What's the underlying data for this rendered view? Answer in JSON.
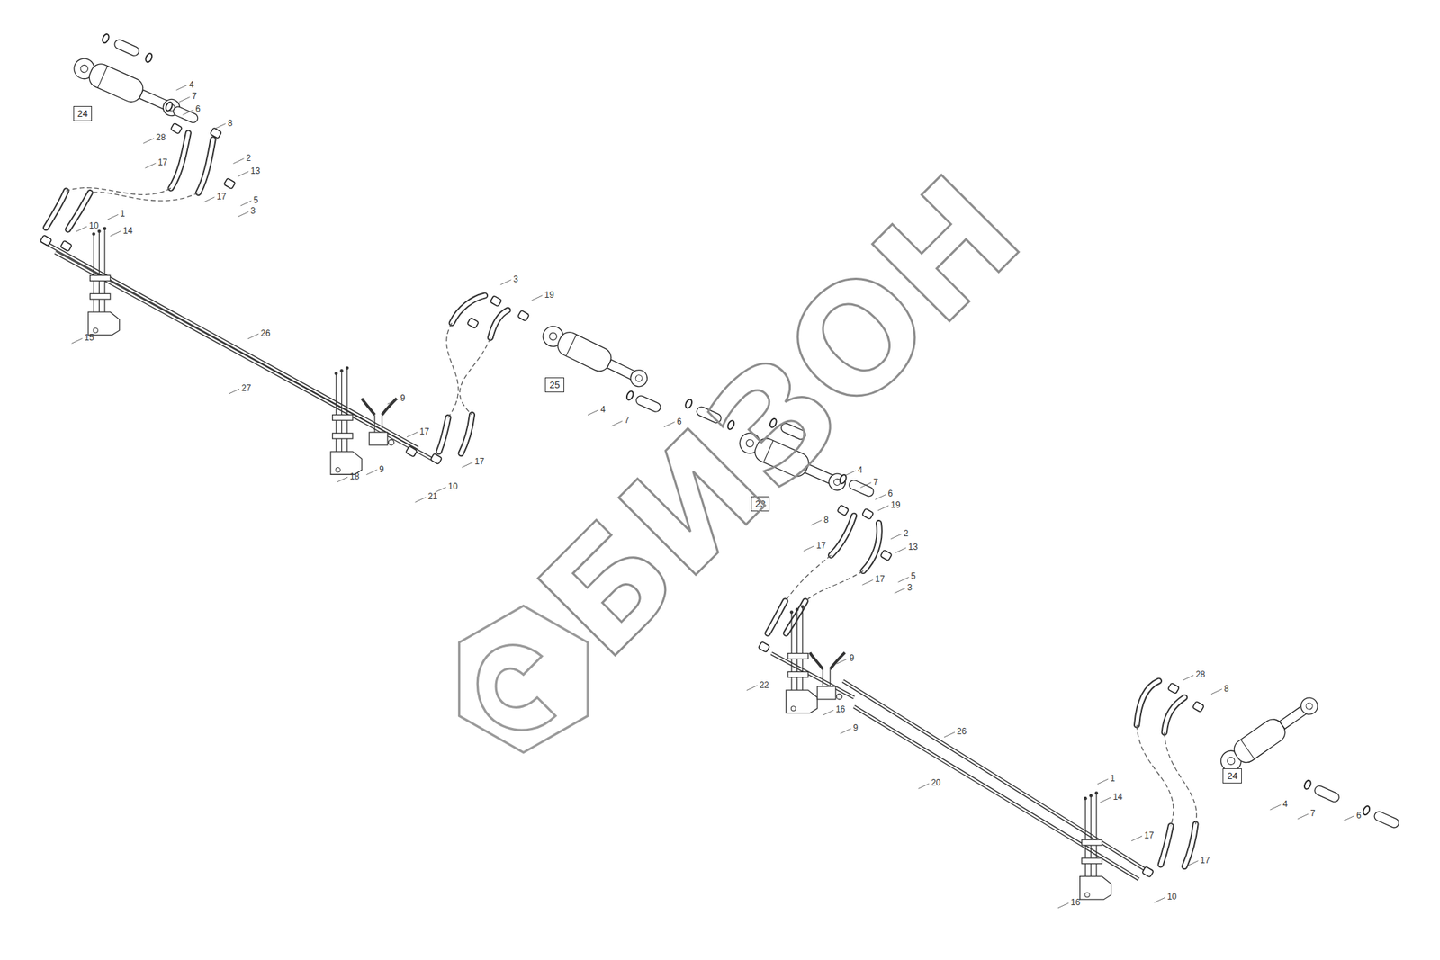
{
  "diagram": {
    "nodes": [
      {
        "text": [
          "24"
        ]
      },
      {
        "text": [
          "25"
        ]
      },
      {
        "text": [
          "23"
        ]
      },
      {
        "text": [
          "24"
        ]
      }
    ],
    "labels": [
      "4",
      "7",
      "6",
      "8",
      "28",
      "17",
      "2",
      "13",
      "17",
      "5",
      "3",
      "1",
      "10",
      "14",
      "15",
      "26",
      "27",
      "3",
      "19",
      "9",
      "17",
      "9",
      "18",
      "17",
      "10",
      "21",
      "4",
      "7",
      "6",
      "4",
      "7",
      "6",
      "19",
      "8",
      "2",
      "17",
      "13",
      "5",
      "17",
      "3",
      "9",
      "22",
      "16",
      "9",
      "26",
      "20",
      "28",
      "8",
      "1",
      "14",
      "17",
      "17",
      "4",
      "7",
      "6",
      "10",
      "16",
      "БИЗОН"
    ]
  }
}
